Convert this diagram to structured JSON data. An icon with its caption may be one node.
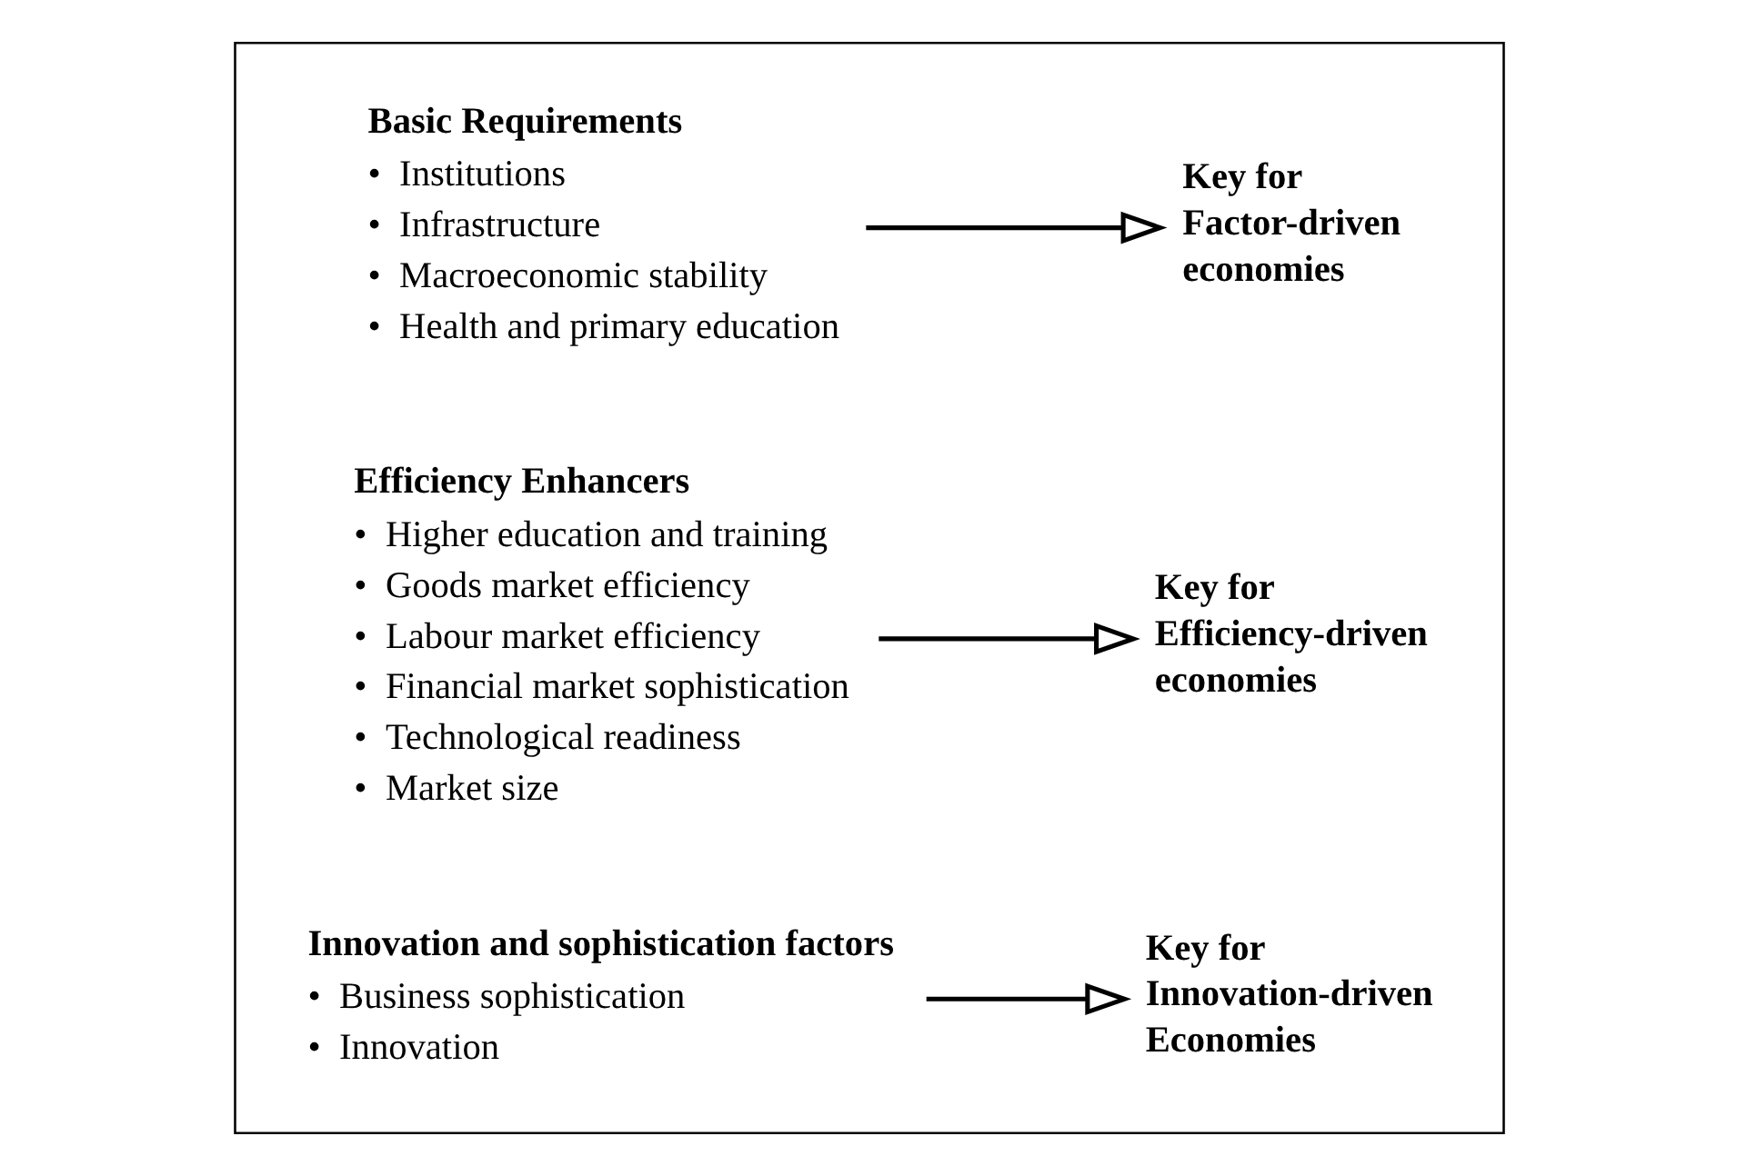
{
  "diagram": {
    "nodes": [
      {
        "text": [],
        "shape": "box"
      },
      {
        "text": [
          "Basic Requirements",
          "•  Institutions",
          "•  Infrastructure",
          "•  Macroeconomic stability",
          "•  Health and primary education"
        ],
        "in": 0
      },
      {
        "text": [
          "Key for Factor-driven economies"
        ],
        "in": 0
      },
      {
        "text": [
          "Efficiency Enhancers",
          "•  Higher education and training",
          "•  Goods market efficiency",
          "•  Labour market efficiency",
          "•  Financial market sophistication",
          "•  Technological readiness",
          "•  Market size"
        ],
        "in": 0
      },
      {
        "text": [
          "Key for Efficiency-driven economies"
        ],
        "in": 0
      },
      {
        "text": [
          "Innovation and sophistication factors",
          "•  Business sophistication",
          "•  Innovation"
        ],
        "in": 0
      },
      {
        "text": [
          "Key for Innovation-driven Economies"
        ],
        "in": 0
      }
    ],
    "edges": [
      {
        "from": 1,
        "to": 2,
        "arrow": "to"
      },
      {
        "from": 3,
        "to": 4,
        "arrow": "to"
      },
      {
        "from": 5,
        "to": 6,
        "arrow": "to"
      }
    ]
  }
}
